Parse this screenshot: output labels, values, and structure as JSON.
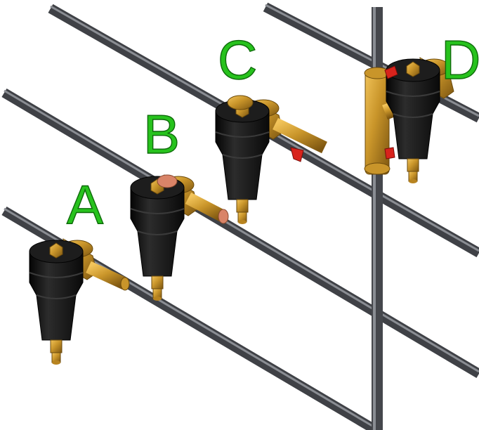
{
  "labels": {
    "a": "A",
    "b": "B",
    "c": "C",
    "d": "D"
  },
  "colors": {
    "background": "#ffffff",
    "pipe": "#55575c",
    "pipe_highlight": "#8a8d93",
    "label_fill": "#27c21d",
    "label_outline": "#0e6a0a",
    "filter_body": "#161616",
    "brass": "#c9952a",
    "brass_dark": "#8a6214",
    "valve_handle": "#d8231c",
    "copper_ring": "#d98468"
  },
  "icons": [
    "pipe",
    "magnetic-filter",
    "brass-fitting",
    "valve-handle"
  ]
}
